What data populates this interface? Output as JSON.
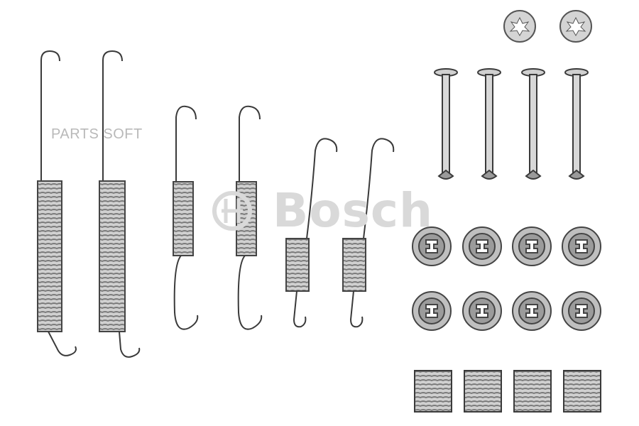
{
  "watermark": {
    "text": "PARTS SOFT"
  },
  "brand": {
    "text": "Bosch",
    "text_color": "#d9d9d9"
  },
  "colors": {
    "metal_stroke": "#3a3a3a",
    "metal_fill": "#c8c8c8",
    "metal_dark": "#8a8a8a"
  },
  "components": {
    "long_springs": 2,
    "medium_springs": 2,
    "short_springs": 2,
    "retaining_pins": 4,
    "retaining_cups": 8,
    "small_coil_springs": 4,
    "star_washers": 2
  }
}
